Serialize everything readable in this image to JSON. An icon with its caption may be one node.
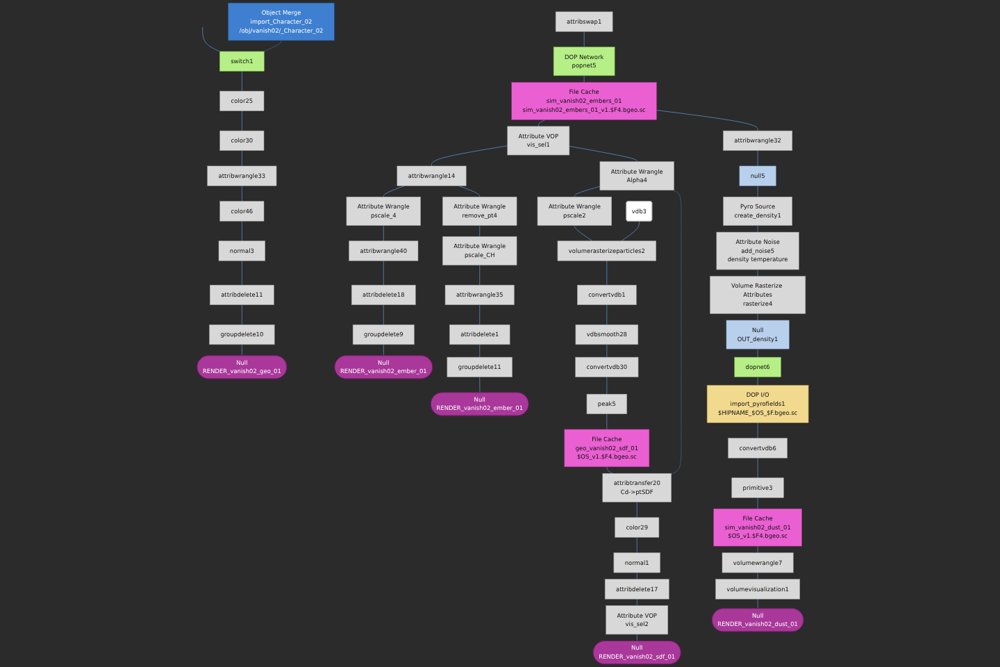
{
  "diagram": {
    "nodes": [
      {
        "text": [
          "attribswap1"
        ]
      },
      {
        "text": [
          "DOP Network",
          "popnet5"
        ]
      },
      {
        "text": [
          "File Cache",
          "sim_vanish02_embers_01",
          "sim_vanish02_embers_01_v1.$F4.bgeo.sc"
        ]
      },
      {
        "text": [
          "Attribute VOP",
          "vis_sel1"
        ]
      },
      {
        "text": [
          "Object Merge",
          "import_Character_02",
          "/obj/vanish02/_Character_02"
        ]
      },
      {
        "text": [
          "switch1"
        ]
      },
      {
        "text": [
          "color25"
        ]
      },
      {
        "text": [
          "color30"
        ]
      },
      {
        "text": [
          "attribwrangle33"
        ]
      },
      {
        "text": [
          "color46"
        ]
      },
      {
        "text": [
          "normal3"
        ]
      },
      {
        "text": [
          "attribdelete11"
        ]
      },
      {
        "text": [
          "groupdelete10"
        ]
      },
      {
        "text": [
          "Null",
          "RENDER_vanish02_geo_01"
        ]
      },
      {
        "text": [
          "attribwrangle14"
        ]
      },
      {
        "text": [
          "Attribute Wrangle",
          "pscale_4"
        ]
      },
      {
        "text": [
          "attribwrangle40"
        ]
      },
      {
        "text": [
          "attribdelete18"
        ]
      },
      {
        "text": [
          "groupdelete9"
        ]
      },
      {
        "text": [
          "Null",
          "RENDER_vanish02_ember_01"
        ]
      },
      {
        "text": [
          "Attribute Wrangle",
          "remove_pt4"
        ]
      },
      {
        "text": [
          "Attribute Wrangle",
          "pscale_CH"
        ]
      },
      {
        "text": [
          "attribwrangle35"
        ]
      },
      {
        "text": [
          "attribdelete1"
        ]
      },
      {
        "text": [
          "groupdelete11"
        ]
      },
      {
        "text": [
          "Null",
          "RENDER_vanish02_ember_01"
        ]
      },
      {
        "text": [
          "Attribute Wrangle",
          "Alpha4"
        ]
      },
      {
        "text": [
          "Attribute Wrangle",
          "pscale2"
        ]
      },
      {
        "text": [
          "vdb3"
        ]
      },
      {
        "text": [
          "volumerasterizeparticles2"
        ]
      },
      {
        "text": [
          "convertvdb1"
        ]
      },
      {
        "text": [
          "vdbsmooth28"
        ]
      },
      {
        "text": [
          "convertvdb30"
        ]
      },
      {
        "text": [
          "peak5"
        ]
      },
      {
        "text": [
          "File Cache",
          "geo_vanish02_sdf_01",
          "$OS_v1.$F4.bgeo.sc"
        ]
      },
      {
        "text": [
          "attribtransfer20",
          "Cd->ptSDF"
        ]
      },
      {
        "text": [
          "color29"
        ]
      },
      {
        "text": [
          "normal1"
        ]
      },
      {
        "text": [
          "attribdelete17"
        ]
      },
      {
        "text": [
          "Attribute VOP",
          "vis_sel2"
        ]
      },
      {
        "text": [
          "Null",
          "RENDER_vanish02_sdf_01"
        ]
      },
      {
        "text": [
          "attribwrangle32"
        ]
      },
      {
        "text": [
          "null5"
        ]
      },
      {
        "text": [
          "Pyro Source",
          "create_density1"
        ]
      },
      {
        "text": [
          "Attribute Noise",
          "add_noise5",
          "density temperature"
        ]
      },
      {
        "text": [
          "Volume Rasterize Attributes",
          "rasterize4"
        ]
      },
      {
        "text": [
          "Null",
          "OUT_density1"
        ]
      },
      {
        "text": [
          "dopnet6"
        ]
      },
      {
        "text": [
          "DOP I/O",
          "import_pyrofields1",
          "$HIPNAME_$OS_$F.bgeo.sc"
        ]
      },
      {
        "text": [
          "convertvdb6"
        ]
      },
      {
        "text": [
          "primitive3"
        ]
      },
      {
        "text": [
          "File Cache",
          "sim_vanish02_dust_01",
          "$OS_v1.$F4.bgeo.sc"
        ]
      },
      {
        "text": [
          "volumewrangle7"
        ]
      },
      {
        "text": [
          "volumevisualization1"
        ]
      },
      {
        "text": [
          "Null",
          "RENDER_vanish02_dust_01"
        ]
      }
    ],
    "edges": [
      {
        "from": 0,
        "to": 1,
        "arrow": "none"
      },
      {
        "from": 1,
        "to": 2,
        "arrow": "none"
      },
      {
        "from": 2,
        "to": 3,
        "arrow": "none"
      },
      {
        "from": 2,
        "to": 41,
        "arrow": "none"
      },
      {
        "from": 3,
        "to": 14,
        "arrow": "none"
      },
      {
        "from": 3,
        "to": 26,
        "arrow": "none"
      },
      {
        "from": null,
        "to": 5,
        "arrow": "none"
      },
      {
        "from": 4,
        "to": 5,
        "arrow": "none",
        "style": "dashed"
      },
      {
        "from": 5,
        "to": 6,
        "arrow": "none"
      },
      {
        "from": 6,
        "to": 7,
        "arrow": "none"
      },
      {
        "from": 7,
        "to": 8,
        "arrow": "none"
      },
      {
        "from": 8,
        "to": 9,
        "arrow": "none"
      },
      {
        "from": 9,
        "to": 10,
        "arrow": "none"
      },
      {
        "from": 10,
        "to": 11,
        "arrow": "none"
      },
      {
        "from": 11,
        "to": 12,
        "arrow": "none"
      },
      {
        "from": 12,
        "to": 13,
        "arrow": "none"
      },
      {
        "from": 14,
        "to": 15,
        "arrow": "none"
      },
      {
        "from": 15,
        "to": 16,
        "arrow": "none"
      },
      {
        "from": 16,
        "to": 17,
        "arrow": "none"
      },
      {
        "from": 17,
        "to": 18,
        "arrow": "none"
      },
      {
        "from": 18,
        "to": 19,
        "arrow": "none"
      },
      {
        "from": 14,
        "to": 20,
        "arrow": "none"
      },
      {
        "from": 20,
        "to": 21,
        "arrow": "none"
      },
      {
        "from": 21,
        "to": 22,
        "arrow": "none"
      },
      {
        "from": 22,
        "to": 23,
        "arrow": "none"
      },
      {
        "from": 23,
        "to": 24,
        "arrow": "none"
      },
      {
        "from": 24,
        "to": 25,
        "arrow": "none"
      },
      {
        "from": 26,
        "to": 27,
        "arrow": "none"
      },
      {
        "from": 27,
        "to": 29,
        "arrow": "none"
      },
      {
        "from": 28,
        "to": 29,
        "arrow": "none"
      },
      {
        "from": 29,
        "to": 30,
        "arrow": "none"
      },
      {
        "from": 30,
        "to": 31,
        "arrow": "none"
      },
      {
        "from": 31,
        "to": 32,
        "arrow": "none"
      },
      {
        "from": 32,
        "to": 33,
        "arrow": "none"
      },
      {
        "from": 33,
        "to": 34,
        "arrow": "none"
      },
      {
        "from": 34,
        "to": 35,
        "arrow": "none"
      },
      {
        "from": 26,
        "to": 35,
        "arrow": "none",
        "style": "dashed"
      },
      {
        "from": 35,
        "to": 36,
        "arrow": "none"
      },
      {
        "from": 36,
        "to": 37,
        "arrow": "none"
      },
      {
        "from": 37,
        "to": 38,
        "arrow": "none"
      },
      {
        "from": 38,
        "to": 39,
        "arrow": "none"
      },
      {
        "from": 39,
        "to": 40,
        "arrow": "none"
      },
      {
        "from": 41,
        "to": 42,
        "arrow": "none"
      },
      {
        "from": 42,
        "to": 43,
        "arrow": "none"
      },
      {
        "from": 43,
        "to": 44,
        "arrow": "none"
      },
      {
        "from": 44,
        "to": 45,
        "arrow": "none"
      },
      {
        "from": 45,
        "to": 46,
        "arrow": "none"
      },
      {
        "from": 46,
        "to": 47,
        "arrow": "none"
      },
      {
        "from": 47,
        "to": 48,
        "arrow": "none"
      },
      {
        "from": 48,
        "to": 49,
        "arrow": "none"
      },
      {
        "from": 49,
        "to": 50,
        "arrow": "none"
      },
      {
        "from": 50,
        "to": 51,
        "arrow": "none"
      },
      {
        "from": 51,
        "to": 52,
        "arrow": "none"
      },
      {
        "from": 52,
        "to": 53,
        "arrow": "none"
      },
      {
        "from": 53,
        "to": 54,
        "arrow": "none"
      }
    ]
  }
}
